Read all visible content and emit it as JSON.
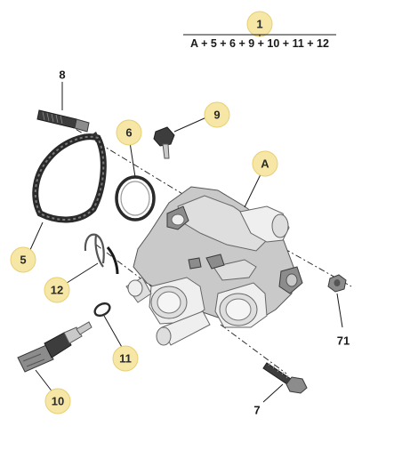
{
  "title_callout": {
    "number": "1",
    "formula": "A + 5 + 6 + 9 + 10 + 11 + 12"
  },
  "callouts": {
    "c6": "6",
    "c9": "9",
    "cA": "A",
    "c5": "5",
    "c12": "12",
    "c11": "11",
    "c10": "10"
  },
  "labels": {
    "l8": "8",
    "l71": "71",
    "l7": "7"
  },
  "colors": {
    "callout_fill": "#f6e7a6",
    "callout_stroke": "#e8cf73"
  }
}
